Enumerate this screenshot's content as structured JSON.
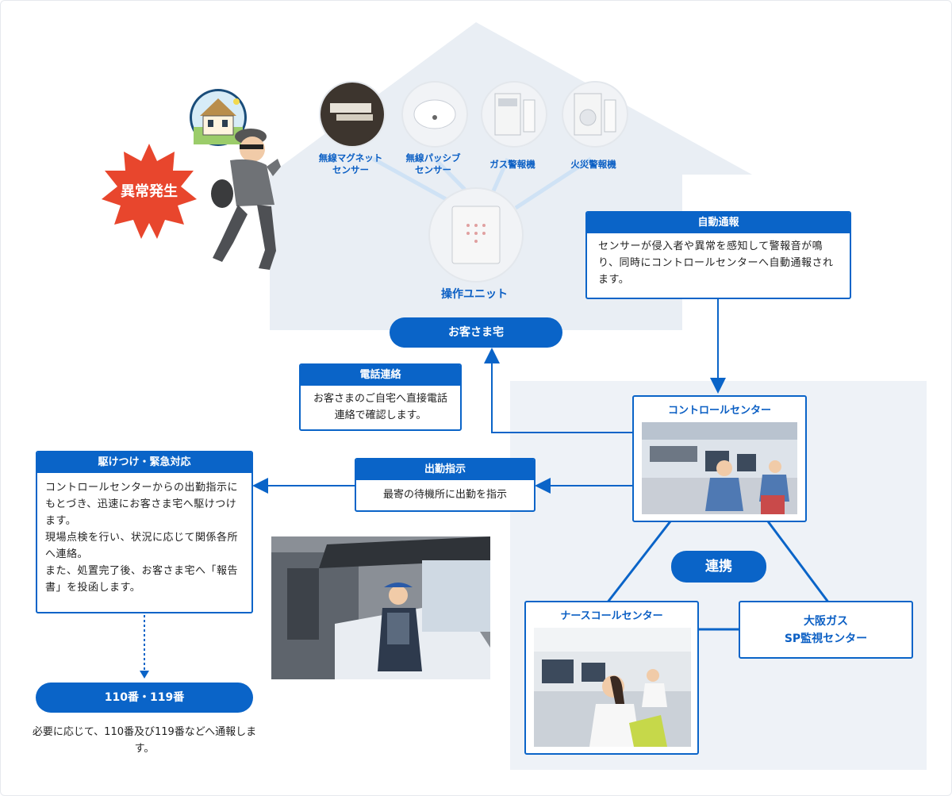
{
  "incident": {
    "label": "異常発生"
  },
  "devices": [
    {
      "label": "無線マグネット\nセンサー",
      "icon": "magnet-sensor-icon"
    },
    {
      "label": "無線パッシブ\nセンサー",
      "icon": "passive-sensor-icon"
    },
    {
      "label": "ガス警報機",
      "icon": "gas-alarm-icon"
    },
    {
      "label": "火災警報機",
      "icon": "fire-alarm-icon"
    }
  ],
  "control_unit": {
    "label": "操作ユニット"
  },
  "customer_home": {
    "label": "お客さま宅"
  },
  "auto_report": {
    "title": "自動通報",
    "body": "センサーが侵入者や異常を感知して警報音が鳴り、同時にコントロールセンターへ自動通報されます。"
  },
  "phone_contact": {
    "title": "電話連絡",
    "body": "お客さまのご自宅へ直接電話連絡で確認します。"
  },
  "control_center": {
    "title": "コントロールセンター"
  },
  "dispatch_order": {
    "title": "出勤指示",
    "body": "最寄の待機所に出勤を指示"
  },
  "emergency": {
    "title": "駆けつけ・緊急対応",
    "lines": [
      "コントロールセンターからの出勤指示にもとづき、迅速にお客さま宅へ駆けつけます。",
      "現場点検を行い、状況に応じて関係各所へ連絡。",
      "また、処置完了後、お客さま宅へ「報告書」を投函します。"
    ]
  },
  "police_fire": {
    "title": "110番・119番",
    "caption": "必要に応じて、110番及び119番などへ通報します。"
  },
  "cooperation": {
    "label": "連携"
  },
  "nurse_center": {
    "title": "ナースコールセンター"
  },
  "sp_center": {
    "title": "大阪ガス\nSP監視センター"
  },
  "colors": {
    "accent": "#0a64c8",
    "alert": "#e8462d",
    "light_bg": "#eef2f7",
    "house_bg": "#e9eef4"
  }
}
